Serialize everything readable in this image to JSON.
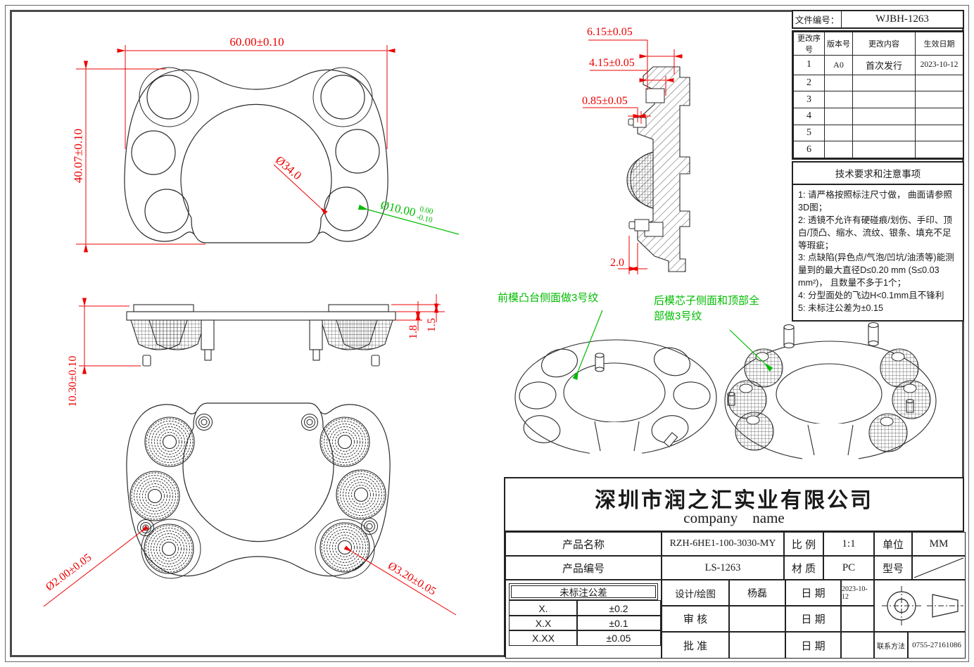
{
  "sheet": {
    "file": {
      "label": "文件编号：",
      "value": "WJBH-1263"
    },
    "revision": {
      "headers": [
        "更改序号",
        "版本号",
        "更改内容",
        "生效日期"
      ],
      "rows": [
        [
          "1",
          "A0",
          "首次发行",
          "2023-10-12"
        ],
        [
          "2",
          "",
          "",
          ""
        ],
        [
          "3",
          "",
          "",
          ""
        ],
        [
          "4",
          "",
          "",
          ""
        ],
        [
          "5",
          "",
          "",
          ""
        ],
        [
          "6",
          "",
          "",
          ""
        ]
      ]
    },
    "notes": {
      "title": "技术要求和注意事项",
      "lines": [
        "1: 请严格按照标注尺寸做， 曲面请参照3D图；",
        "2: 透镜不允许有硬碰痕/划伤、手印、顶白/顶凸、缩水、流纹、银条、填充不足等瑕疵；",
        "3: 点缺陷(异色点/气泡/凹坑/油渍等)能测量到的最大直径D≤0.20 mm (S≤0.03 mm²)， 且数量不多于1个；",
        "4: 分型面处的飞边H<0.1mm且不锋利",
        "5: 未标注公差为±0.15"
      ]
    }
  },
  "tb": {
    "company_cn": "深圳市润之汇实业有限公司",
    "company_en": "company    name",
    "product_name_label": "产品名称",
    "product_name": "RZH-6HE1-100-3030-MY",
    "scale_label": "比 例",
    "scale": "1:1",
    "unit_label": "单位",
    "unit": "MM",
    "product_no_label": "产品编号",
    "product_no": "LS-1263",
    "material_label": "材 质",
    "material": "PC",
    "model_label": "型号",
    "tol_title": "未标注公差",
    "tol": [
      [
        "X.",
        "±0.2"
      ],
      [
        "X.X",
        "±0.1"
      ],
      [
        "X.XX",
        "±0.05"
      ]
    ],
    "design_label": "设计/绘图",
    "designer": "杨磊",
    "date_label": "日 期",
    "design_date": "2023-10-12",
    "review_label": "审 核",
    "approve_label": "批 准",
    "contact_label": "联系方法",
    "contact": "0755-27161086"
  },
  "dims": {
    "w60": "60.00±0.10",
    "h4007": "40.07±0.10",
    "d34": "Ø34.0",
    "d10": "Ø10.00",
    "d10u": "0.00",
    "d10d": "-0.10",
    "s615": "6.15±0.05",
    "s415": "4.15±0.05",
    "s085": "0.85±0.05",
    "s20": "2.0",
    "f1030": "10.30±0.10",
    "f18": "1.8",
    "f15": "1.5",
    "b200": "Ø2.00±0.05",
    "b320": "Ø3.20±0.05"
  },
  "anno": {
    "front": "前模凸台侧面做3号纹",
    "rear": "后模芯子侧面和顶部全部做3号纹"
  },
  "colors": {
    "dimension_red": "#ee0000",
    "annotation_green": "#00bb00",
    "line": "#2b2b2b"
  }
}
